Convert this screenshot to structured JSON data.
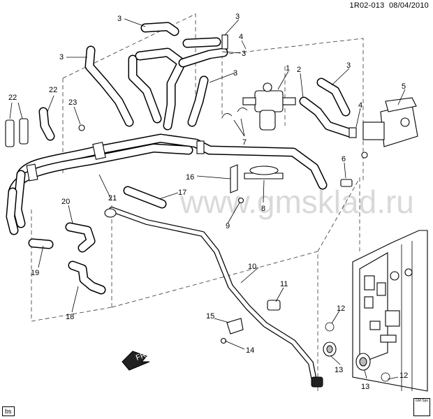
{
  "header": {
    "ref": "1R02-013",
    "date": "08/04/2010"
  },
  "watermark": "www.gmsklad.ru",
  "direction_label": "FRT",
  "corner_tag": "bs",
  "logo_text": "GM Spo",
  "callouts": {
    "c1": "1",
    "c2": "2",
    "c3a": "3",
    "c3b": "3",
    "c3c": "3",
    "c3d": "3",
    "c3e": "3",
    "c3f": "3",
    "c4a": "4",
    "c4b": "4",
    "c5": "5",
    "c6": "6",
    "c7": "7",
    "c8": "8",
    "c9": "9",
    "c10": "10",
    "c11": "11",
    "c12a": "12",
    "c12b": "12",
    "c13a": "13",
    "c13b": "13",
    "c14": "14",
    "c15": "15",
    "c16": "16",
    "c17": "17",
    "c18": "18",
    "c19": "19",
    "c20": "20",
    "c21": "21",
    "c22a": "22",
    "c22b": "22",
    "c23": "23"
  }
}
